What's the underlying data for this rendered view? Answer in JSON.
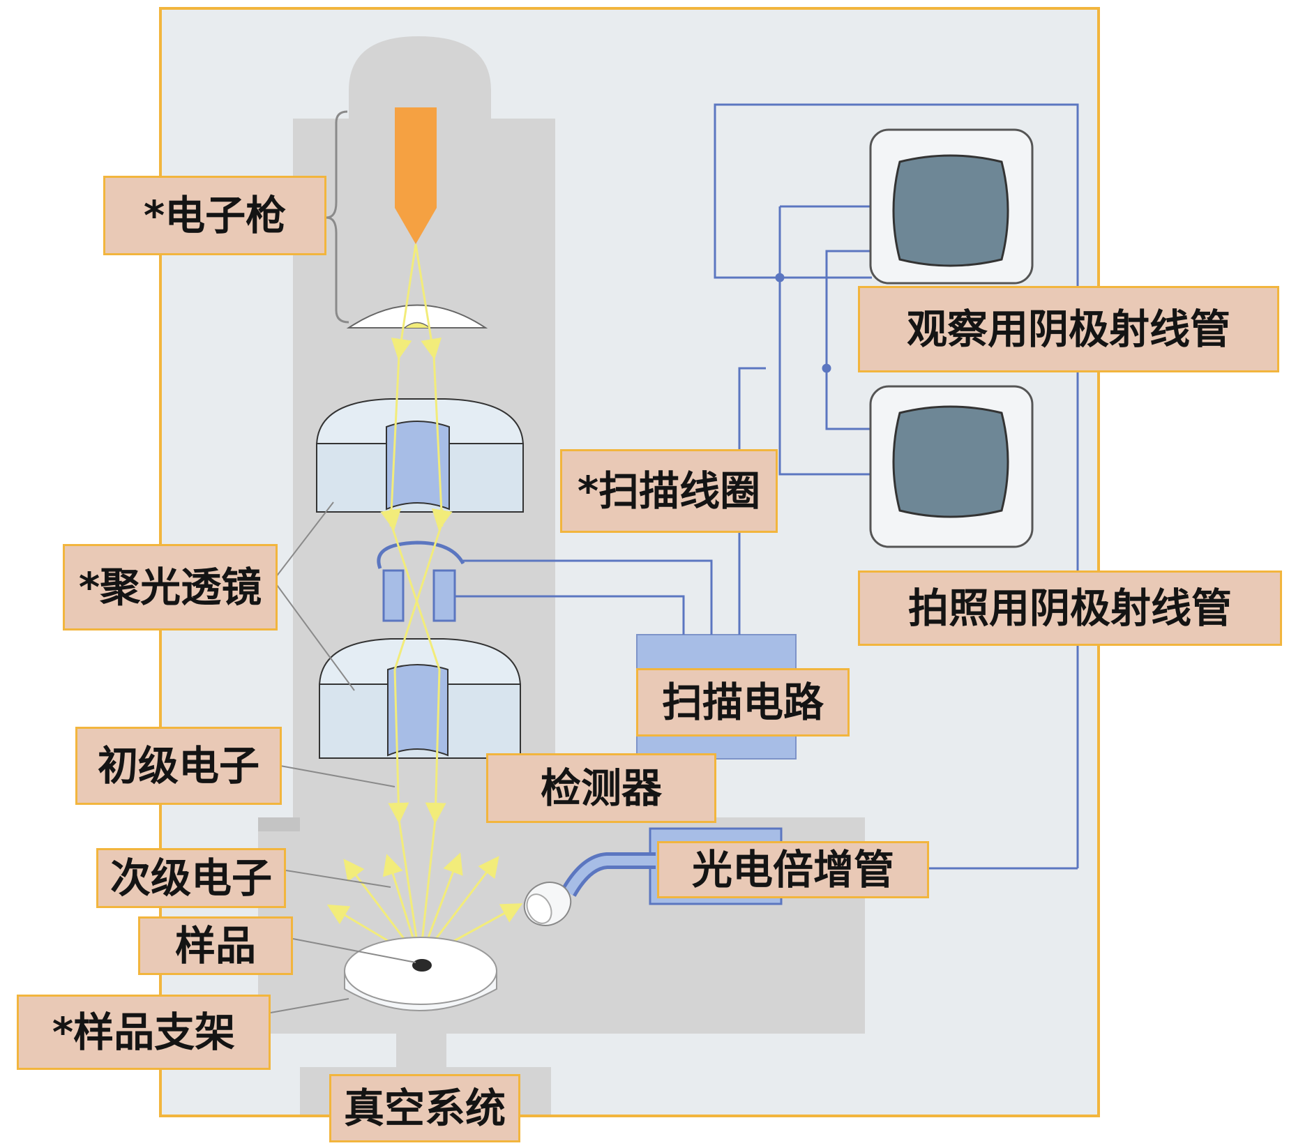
{
  "diagram": {
    "labels": {
      "electron_gun": "*电子枪",
      "scan_coil": "*扫描线圈",
      "condenser_lens": "*聚光透镜",
      "primary_electrons": "初级电子",
      "secondary_electrons": "次级电子",
      "sample": "样品",
      "sample_holder": "*样品支架",
      "vacuum_system": "真空系统",
      "detector": "检测器",
      "photomultiplier": "光电倍增管",
      "scan_circuit": "扫描电路",
      "observation_crt": "观察用阴极射线管",
      "photo_crt": "拍照用阴极射线管"
    },
    "colors": {
      "frame": "#f2b53d",
      "label_fill": "#e9c9b6",
      "background": "#e8ecef",
      "column": "#d4d4d4",
      "lens": "#d8e4ee",
      "lens_core": "#a7bde6",
      "wire": "#5b76c0",
      "beam": "#f2ec7a",
      "gun_tip": "#f5a142",
      "screen": "#6e8796"
    }
  }
}
